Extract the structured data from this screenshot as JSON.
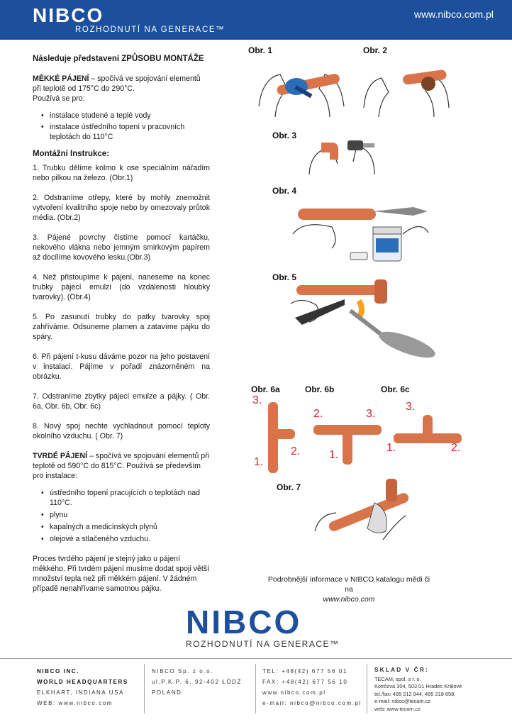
{
  "header": {
    "logo": "NIBCO",
    "tagline": "ROZHODNUTÍ NA GENERACE™",
    "url": "www.nibco.com.pl"
  },
  "intro": "Následuje představení ZPŮSOBU MONTÁŽE",
  "soft": {
    "title": "MĚKKÉ PÁJENÍ",
    "desc": " – spočívá ve spojování elementů při teplotě od 175°C do 290°C.",
    "uses_label": "Používá se pro:",
    "uses": [
      "instalace studené a teplé vody",
      "instalace ústředního topení v pracovních teplotách do 110°C"
    ]
  },
  "instructions": {
    "title": "Montážní Instrukce:",
    "steps": [
      "1. Trubku dělíme kolmo k ose speciálním nářadím nebo pilkou na železo. (Obr.1)",
      "2. Odstraníme otřepy, které by mohly znemožnit vytvoření kvalitního spoje nebo by omezovaly průtok média. (Obr.2)",
      "3. Pájené povrchy čistíme pomocí kartáčku, nekového vlákna nebo jemným smirkovým papírem až docílíme kovového lesku.(Obr.3)",
      "4. Než přistoupíme k pájení, naneseme na konec trubky pájecí emulzi (do vzdálenosti hloubky tvarovky). (Obr.4)",
      "5. Po zasunutí trubky do patky tvarovky spoj zahříváme. Odsuneme plamen a zatavíme pájku do spáry.",
      "6. Při pájení t-kusu dáváme pozor na jeho postavení v instalaci. Pájíme v pořadí znázorněném na obrázku.",
      "7. Odstraníme zbytky pájecí emulze a pájky. ( Obr. 6a, Obr. 6b, Obr. 6c)",
      "8. Nový spoj nechte vychladnout pomocí teploty okolního vzduchu. ( Obr. 7)"
    ]
  },
  "hard": {
    "title": "TVRDÉ PÁJENÍ",
    "desc": " – spočívá ve spojování elementů při teplotě od 590°C do 815°C. Používá se především pro instalace:",
    "uses": [
      "ústředního topení pracujících o teplotách nad 110°C.",
      "plynu",
      "kapalných a medicínských plynů",
      "olejové a stlačeného vzduchu."
    ],
    "outro": "Proces tvrdého pájení je stejný jako u pájení měkkého. Při tvrdém pájení musíme dodat spoji větší množství tepla než při měkkém pájení. V žádném případě nenahřívame samotnou pájku."
  },
  "figures": {
    "obr1": "Obr. 1",
    "obr2": "Obr. 2",
    "obr3": "Obr. 3",
    "obr4": "Obr. 4",
    "obr5": "Obr. 5",
    "obr6a": "Obr. 6a",
    "obr6b": "Obr. 6b",
    "obr6c": "Obr. 6c",
    "obr7": "Obr. 7",
    "n1": "1.",
    "n2": "2.",
    "n3": "3."
  },
  "more_info": {
    "text": "Podrobnější informace v NIBCO katalogu mědi či na",
    "web": "www.nibco.com"
  },
  "big_logo": {
    "name": "NIBCO",
    "tagline": "ROZHODNUTÍ NA GENERACE™"
  },
  "footer": {
    "c1": [
      "NIBCO INC.",
      "WORLD HEADQUARTERS",
      "ELKHART, INDIANA USA",
      "WEB: www.nibco.com"
    ],
    "c2": [
      "NIBCO Sp. z o.o.",
      "ul.P.K.P. 6, 92-402 ŁÓDŹ",
      "POLAND"
    ],
    "c3": [
      "TEL: +48(42) 677 56 01",
      "FAX: +48(42) 677 56 10",
      "www.nibco.com.pl",
      "e-mail: nibco@nibco.com.pl"
    ],
    "c4_head": "SKLAD V ČR:",
    "c4": [
      "TECAM, spol. s r. o.",
      "Kotrčova 304, 503 01 Hradec Králové",
      "tel./fax: 495 212 844, 495 218 658,",
      "e-mail: nibco@tecam.cz",
      "web: www.tecam.cz"
    ]
  },
  "colors": {
    "brand_blue": "#1c4f9c",
    "copper": "#d9734a",
    "red_numbers": "#d8232a"
  }
}
